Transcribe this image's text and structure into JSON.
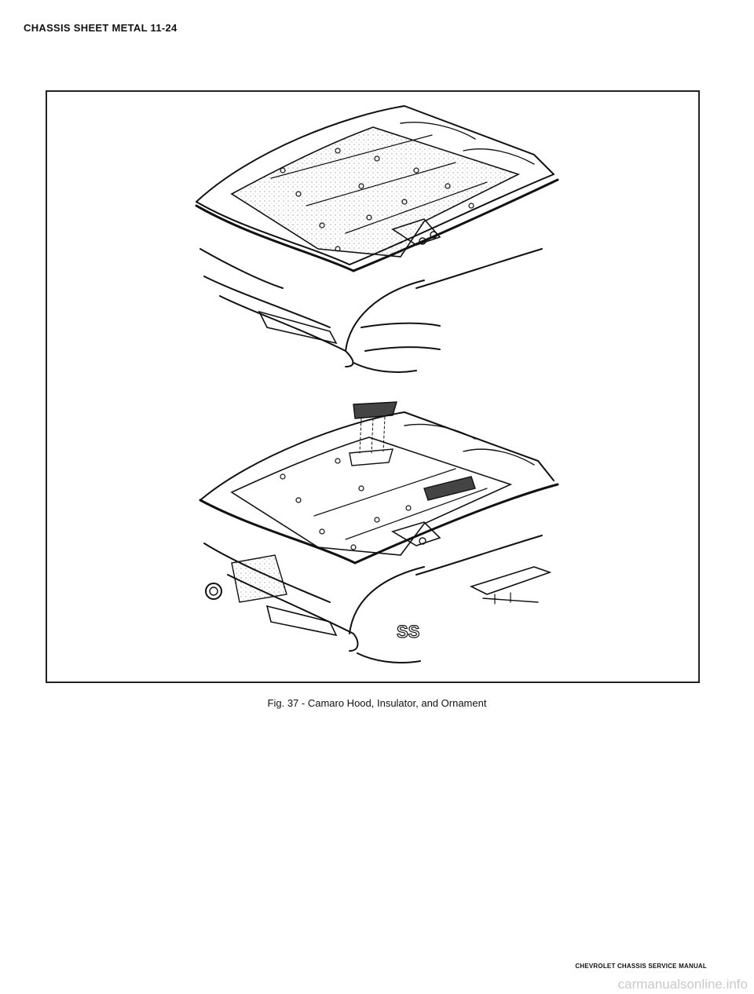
{
  "header": {
    "title": "CHASSIS SHEET METAL 11-24"
  },
  "figure": {
    "caption": "Fig. 37 - Camaro Hood, Insulator, and Ornament"
  },
  "footer": {
    "manual_name": "CHEVROLET CHASSIS SERVICE MANUAL",
    "watermark": "carmanualsonline.info"
  }
}
